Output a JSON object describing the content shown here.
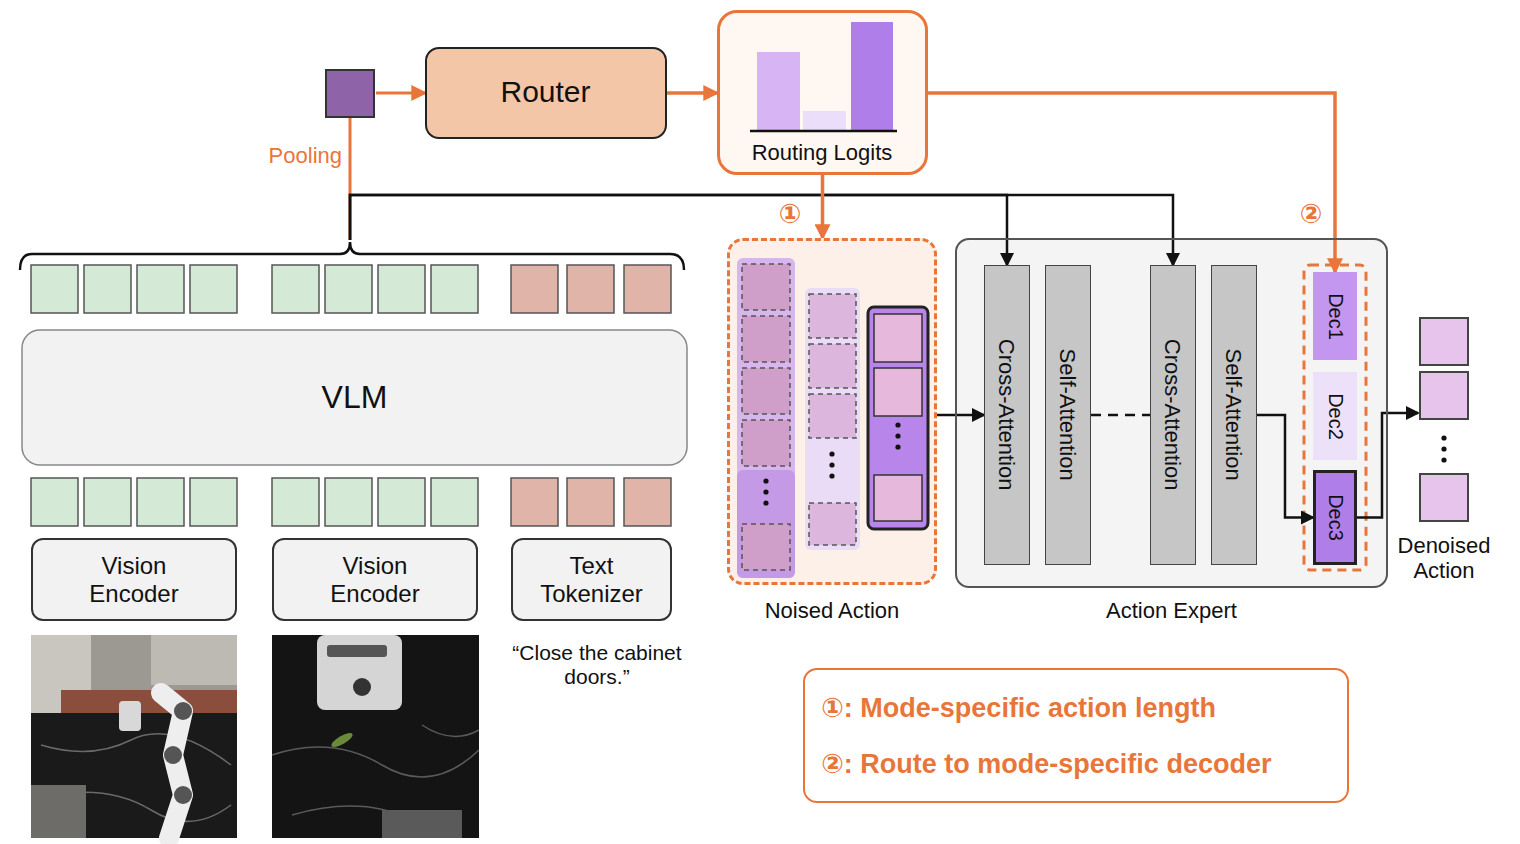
{
  "diagram": {
    "nodes": [
      {
        "text": [
          "Router"
        ]
      },
      {
        "text": [
          "Routing Logits"
        ]
      },
      {
        "text": [
          "VLM"
        ]
      },
      {
        "text": [
          "Vision Encoder"
        ]
      },
      {
        "text": [
          "Vision Encoder"
        ]
      },
      {
        "text": [
          "Text Tokenizer"
        ]
      },
      {
        "text": [
          "Noised Action"
        ]
      },
      {
        "text": [
          "Action Expert"
        ]
      },
      {
        "text": [
          "Cross-Attention"
        ],
        "in": 7
      },
      {
        "text": [
          "Self-Attention"
        ],
        "in": 7
      },
      {
        "text": [
          "Cross-Attention"
        ],
        "in": 7
      },
      {
        "text": [
          "Self-Attention"
        ],
        "in": 7
      },
      {
        "text": [
          "Dec1"
        ],
        "in": 7
      },
      {
        "text": [
          "Dec2"
        ],
        "in": 7
      },
      {
        "text": [
          "Dec3"
        ],
        "in": 7
      },
      {
        "text": [
          "Denoised Action"
        ]
      },
      {
        "text": [
          "①: Mode-specific action length",
          "②: Route to mode-specific decoder"
        ]
      }
    ],
    "edges": [
      {
        "from": 2,
        "to": 0,
        "arrow": "to"
      },
      {
        "from": 2,
        "to": 8,
        "arrow": "to"
      },
      {
        "from": 2,
        "to": 10,
        "arrow": "to"
      },
      {
        "from": 0,
        "to": 1,
        "arrow": "to"
      },
      {
        "from": 1,
        "to": 6,
        "arrow": "to"
      },
      {
        "from": 1,
        "to": 12,
        "arrow": "to"
      },
      {
        "from": 6,
        "to": 8,
        "arrow": "to"
      },
      {
        "from": 9,
        "to": 10,
        "arrow": "none"
      },
      {
        "from": 11,
        "to": 14,
        "arrow": "to"
      },
      {
        "from": 14,
        "to": 15,
        "arrow": "to"
      }
    ],
    "labels": [
      "Pooling",
      "①",
      "②",
      "“Close the cabinet doors.”"
    ]
  }
}
